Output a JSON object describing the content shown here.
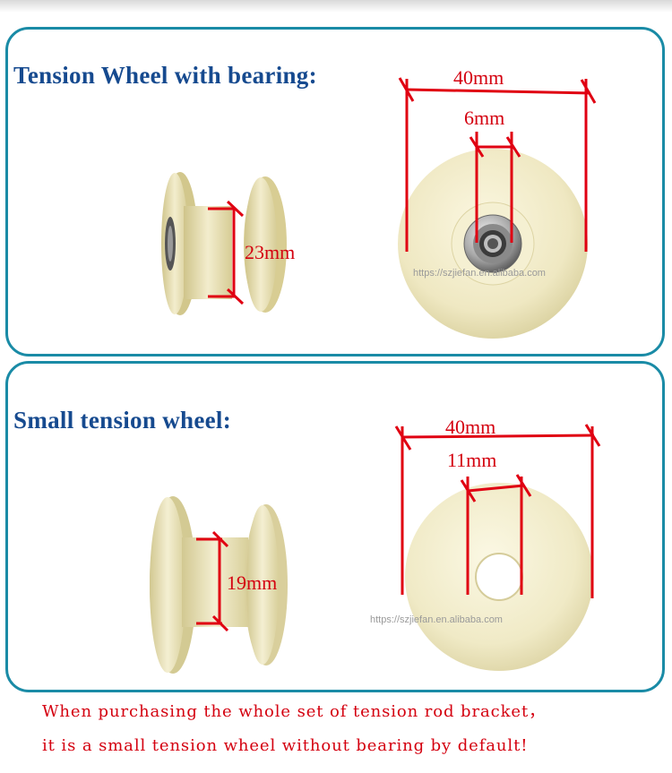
{
  "sections": [
    {
      "heading": "Tension Wheel with bearing:",
      "dims": {
        "outer": "40mm",
        "inner": "6mm",
        "width": "23mm"
      },
      "watermark": "https://szjiefan.en.alibaba.com"
    },
    {
      "heading": "Small tension wheel:",
      "dims": {
        "outer": "40mm",
        "inner": "11mm",
        "width": "19mm"
      },
      "watermark": "https://szjiefan.en.alibaba.com"
    }
  ],
  "notes": [
    "When purchasing the whole set of tension rod bracket，",
    "it is a small tension wheel without bearing by default!"
  ],
  "colors": {
    "border": "#1a8ba6",
    "heading": "#164a8f",
    "dimension": "#d4000f",
    "wheel": "#efe8c2"
  }
}
